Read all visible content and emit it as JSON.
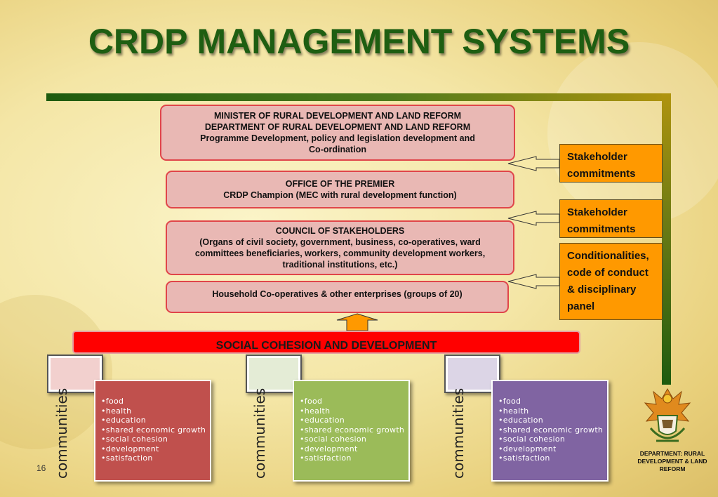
{
  "title": "CRDP MANAGEMENT SYSTEMS",
  "boxes": {
    "minister": {
      "line1": "MINISTER OF RURAL DEVELOPMENT AND LAND REFORM",
      "line2": "DEPARTMENT OF RURAL DEVELOPMENT AND LAND REFORM",
      "line3": "Programme Development, policy and legislation development and",
      "line4": "Co-ordination"
    },
    "premier": {
      "line1": "OFFICE OF THE PREMIER",
      "line2": "CRDP Champion (MEC with rural development function)"
    },
    "council": {
      "line1": "COUNCIL OF STAKEHOLDERS",
      "line2": "(Organs of civil society, government, business, co-operatives, ward",
      "line3": "committees  beneficiaries, workers, community development workers,",
      "line4": "traditional institutions, etc.)"
    },
    "household": {
      "line1": "Household Co-operatives & other enterprises (groups of 20)"
    }
  },
  "side_boxes": [
    {
      "line1": "Stakeholder",
      "line2": "commitments"
    },
    {
      "line1": "Stakeholder",
      "line2": "commitments"
    },
    {
      "line1": "Conditionalities,",
      "line2": "code of conduct",
      "line3": "& disciplinary",
      "line4": "panel"
    }
  ],
  "cohesion_bar": "SOCIAL COHESION AND DEVELOPMENT",
  "communities_label": "communities",
  "community_items": [
    "food",
    "health",
    "education",
    "shared economic growth",
    "social cohesion",
    "development",
    "satisfaction"
  ],
  "colors": {
    "card1": "#c0504d",
    "card2": "#9bbb59",
    "card3": "#8064a2",
    "tab1": "#f2d0ce",
    "tab2": "#e4ecd6",
    "tab3": "#dcd5e6",
    "title": "#1e5e12",
    "side_box": "#ff9900",
    "cohesion": "#ff0000"
  },
  "page_number": "16",
  "department": {
    "line1": "DEPARTMENT:  RURAL",
    "line2": "DEVELOPMENT & LAND REFORM"
  }
}
